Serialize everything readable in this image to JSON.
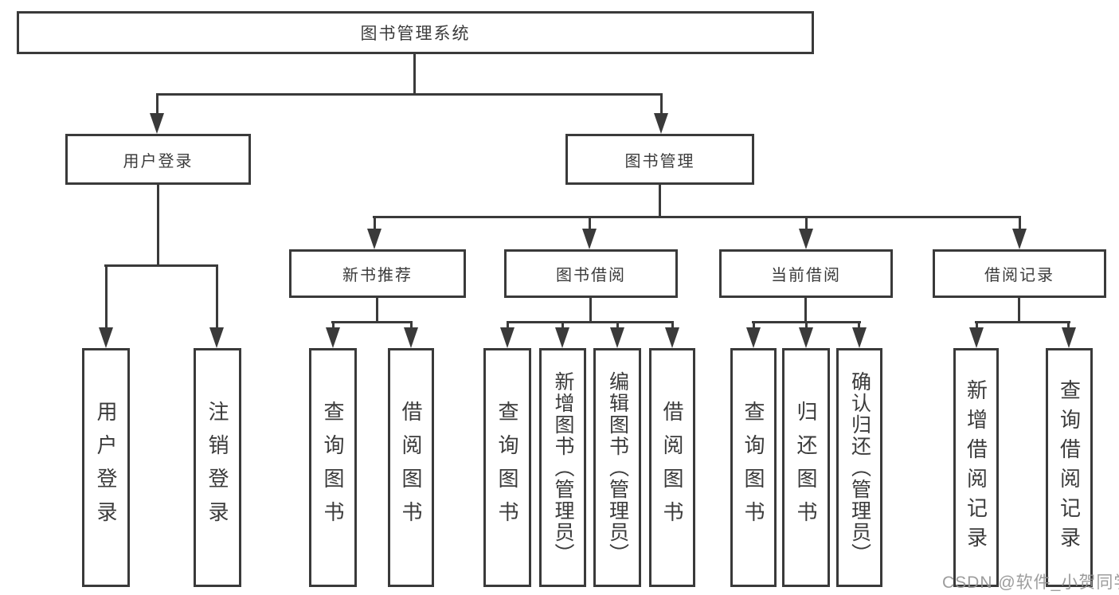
{
  "tree": {
    "root": "图书管理系统",
    "branches": [
      {
        "label": "用户登录",
        "children": [
          "用户登录",
          "注销登录"
        ]
      },
      {
        "label": "图书管理",
        "sections": [
          {
            "label": "新书推荐",
            "children": [
              "查询图书",
              "借阅图书"
            ]
          },
          {
            "label": "图书借阅",
            "children": [
              "查询图书",
              "新增图书（管理员）",
              "编辑图书（管理员）",
              "借阅图书"
            ]
          },
          {
            "label": "当前借阅",
            "children": [
              "查询图书",
              "归还图书",
              "确认归还（管理员）"
            ]
          },
          {
            "label": "借阅记录",
            "children": [
              "新增借阅记录",
              "查询借阅记录"
            ]
          }
        ]
      }
    ]
  },
  "watermark": "CSDN @软件_小贺同学",
  "colors": {
    "line": "#3a3a3a",
    "text": "#3b3b3b",
    "watermark": "#949494",
    "background": "#ffffff"
  }
}
